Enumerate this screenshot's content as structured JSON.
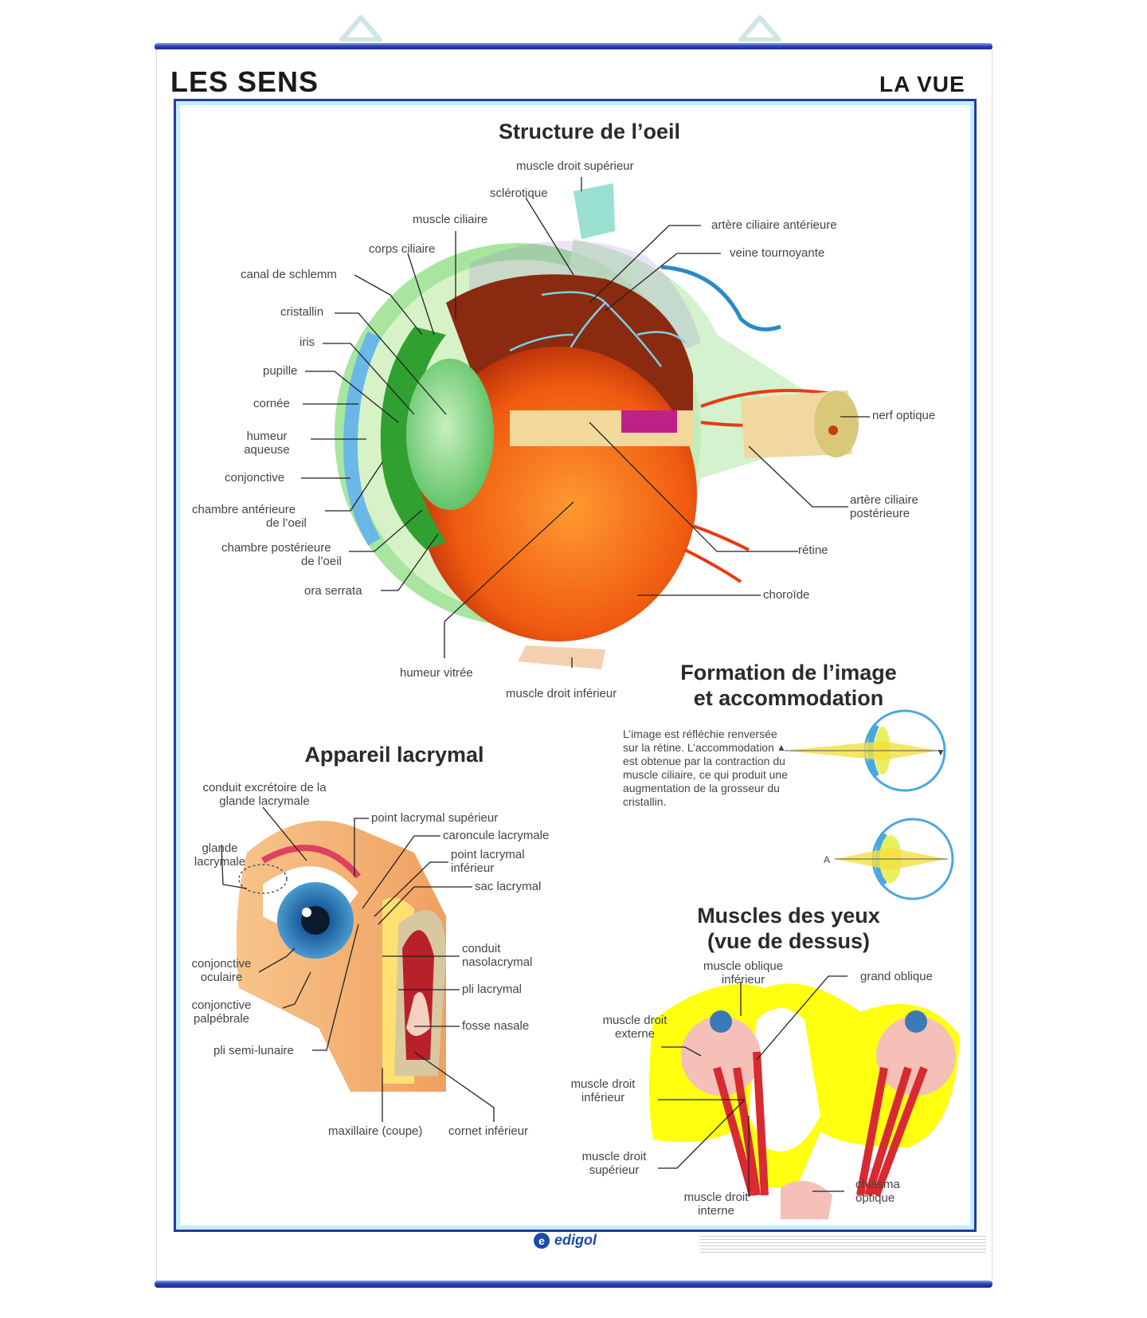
{
  "header": {
    "left_title": "LES SENS",
    "right_title": "LA VUE"
  },
  "sections": {
    "structure": "Structure de l’oeil",
    "formation_line1": "Formation de l’image",
    "formation_line2": "et accommodation",
    "lacrymal": "Appareil lacrymal",
    "muscles_line1": "Muscles des yeux",
    "muscles_line2": "(vue de dessus)"
  },
  "eye_labels": {
    "muscle_droit_superieur": "muscle droit supérieur",
    "sclerotique": "sclérotique",
    "muscle_ciliaire": "muscle ciliaire",
    "corps_ciliaire": "corps ciliaire",
    "canal_schlemm": "canal de schlemm",
    "cristallin": "cristallin",
    "iris": "iris",
    "pupille": "pupille",
    "cornee": "cornée",
    "humeur_aqueuse_1": "humeur",
    "humeur_aqueuse_2": "aqueuse",
    "conjonctive": "conjonctive",
    "chambre_ant_1": "chambre antérieure",
    "chambre_ant_2": "de l’oeil",
    "chambre_post_1": "chambre postérieure",
    "chambre_post_2": "de l’oeil",
    "ora_serrata": "ora serrata",
    "humeur_vitree": "humeur vitrée",
    "muscle_droit_inferieur": "muscle droit inférieur",
    "artere_ciliaire_ant": "artère ciliaire antérieure",
    "veine_tournoyante": "veine tournoyante",
    "nerf_optique": "nerf optique",
    "artere_post_1": "artère ciliaire",
    "artere_post_2": "postérieure",
    "retine": "rétine",
    "choroide": "choroïde"
  },
  "formation_text": "L’image est réfléchie renversée sur la rétine. L’accommodation est obtenue par la contraction du muscle ciliaire, ce qui produit une augmentation de la grosseur du cristallin.",
  "formation_letters": {
    "a": "A"
  },
  "lacrymal_labels": {
    "conduit_excr_1": "conduit excrétoire de la",
    "conduit_excr_2": "glande lacrymale",
    "glande_1": "glande",
    "glande_2": "lacrymale",
    "point_sup": "point lacrymal supérieur",
    "caroncule": "caroncule lacrymale",
    "point_inf_1": "point lacrymal",
    "point_inf_2": "inférieur",
    "sac": "sac lacrymal",
    "conj_oculaire_1": "conjonctive",
    "conj_oculaire_2": "oculaire",
    "conduit_naso_1": "conduit",
    "conduit_naso_2": "nasolacrymal",
    "pli_lacrymal": "pli lacrymal",
    "conj_palp_1": "conjonctive",
    "conj_palp_2": "palpébrale",
    "fosse_nasale": "fosse nasale",
    "pli_semi": "pli semi-lunaire",
    "maxillaire": "maxillaire (coupe)",
    "cornet": "cornet inférieur"
  },
  "muscle_labels": {
    "oblique_inf_1": "muscle oblique",
    "oblique_inf_2": "inférieur",
    "grand_oblique": "grand oblique",
    "droit_ext_1": "muscle droit",
    "droit_ext_2": "externe",
    "droit_inf_1": "muscle droit",
    "droit_inf_2": "inférieur",
    "droit_sup_1": "muscle droit",
    "droit_sup_2": "supérieur",
    "droit_int_1": "muscle droit",
    "droit_int_2": "interne",
    "chiasma_1": "chiasma",
    "chiasma_2": "optique"
  },
  "brand": {
    "logo": "e",
    "name": "edigol"
  },
  "colors": {
    "rod": "#2b3fb8",
    "frame": "#2a3a9a",
    "frame_inner": "#bfefff",
    "brand": "#1a4aa8"
  }
}
